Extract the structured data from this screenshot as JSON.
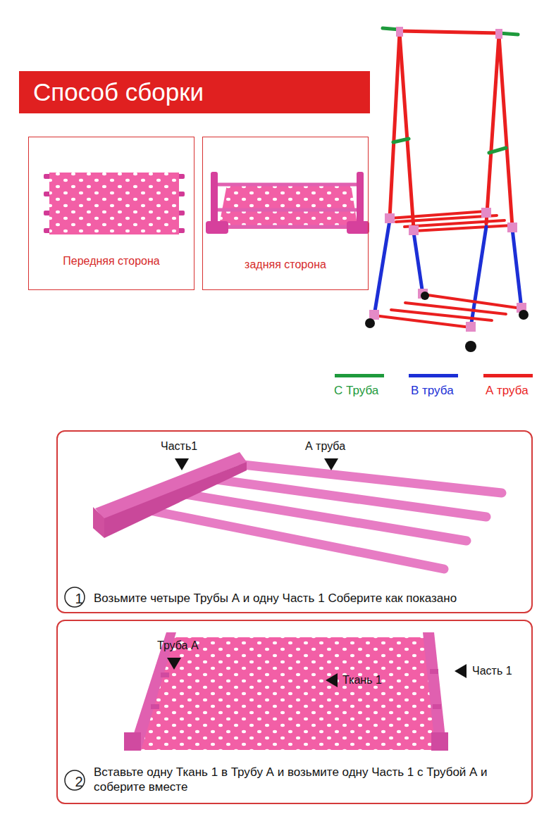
{
  "diagram": {
    "title": "Способ сборки",
    "nodes": [
      {
        "text": [
          "Передняя сторона"
        ]
      },
      {
        "text": [
          "задняя сторона"
        ]
      },
      {
        "text": [
          "1",
          "Возьмите четыре Трубы А и одну Часть 1 Соберите как показано"
        ]
      },
      {
        "text": [
          "2",
          "Вставьте одну Ткань 1 в Трубу А и возьмите одну Часть 1 с Трубой А и соберите вместе"
        ]
      }
    ],
    "labels": [
      "Часть1",
      "А труба",
      "Труба А",
      "Ткань 1",
      "Часть 1"
    ],
    "legend": [
      {
        "text": "С Труба",
        "color": "#1e9a3c"
      },
      {
        "text": "В труба",
        "color": "#1c2fd6"
      },
      {
        "text": "А труба",
        "color": "#ea1f1f"
      }
    ]
  }
}
